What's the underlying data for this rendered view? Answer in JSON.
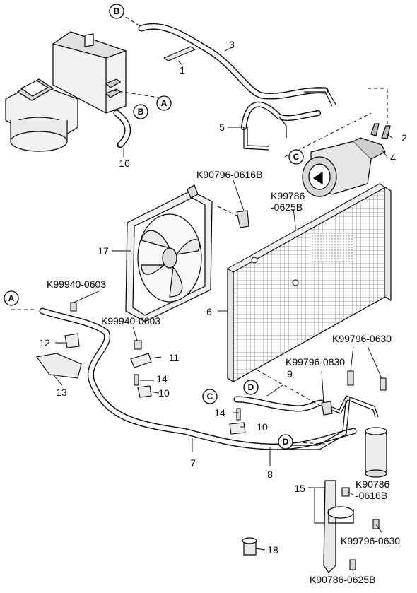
{
  "diagram": {
    "callouts": {
      "c1": "1",
      "c2": "2",
      "c3": "3",
      "c4": "4",
      "c5": "5",
      "c6": "6",
      "c7": "7",
      "c8": "8",
      "c9": "9",
      "c10a": "10",
      "c10b": "10",
      "c11": "11",
      "c12": "12",
      "c13": "13",
      "c14a": "14",
      "c14b": "14",
      "c15": "15",
      "c16": "16",
      "c17": "17",
      "c18": "18"
    },
    "connectors": {
      "b_top": "B",
      "b_mid": "B",
      "a_top": "A",
      "a_left": "A",
      "c_top": "C",
      "c_low": "C",
      "d_cond": "D",
      "d_low": "D"
    },
    "part_codes": {
      "k90796_0616b": "K90796-0616B",
      "k99786_l1": "K99786",
      "k99786_l2": "-0625B",
      "k99940_upper": "K99940-0603",
      "k99940_lower": "K99940-0603",
      "k99796_0630_top": "K99796-0630",
      "k99796_0830": "K99796-0830",
      "k90786_l1": "K90786",
      "k90786_l2": "-0616B",
      "k99796_0630_low": "K99796-0630",
      "k90786_0625b": "K90786-0625B"
    }
  }
}
